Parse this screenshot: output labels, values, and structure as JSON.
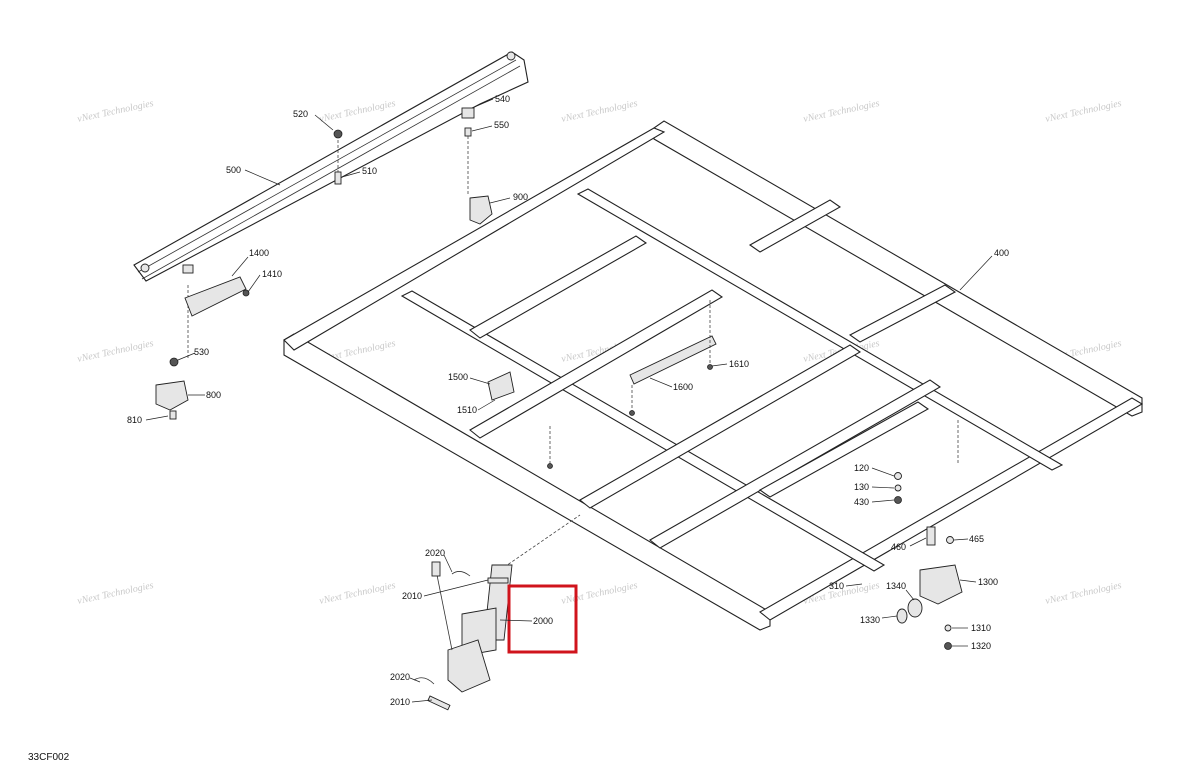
{
  "diagram_code": "33CF002",
  "watermark_text": "vNext Technologies",
  "highlight_color": "#d0141c",
  "callouts": {
    "p500": "500",
    "p510": "510",
    "p520": "520",
    "p540": "540",
    "p550": "550",
    "p900": "900",
    "p1400": "1400",
    "p1410": "1410",
    "p530": "530",
    "p800": "800",
    "p810": "810",
    "p400": "400",
    "p1500": "1500",
    "p1510": "1510",
    "p1600": "1600",
    "p1610": "1610",
    "p120": "120",
    "p130": "130",
    "p430": "430",
    "p460": "460",
    "p465": "465",
    "p310": "310",
    "p1340": "1340",
    "p1300": "1300",
    "p1330": "1330",
    "p1310": "1310",
    "p1320": "1320",
    "p2020a": "2020",
    "p2010a": "2010",
    "p2000": "2000",
    "p2020b": "2020",
    "p2010b": "2010"
  }
}
